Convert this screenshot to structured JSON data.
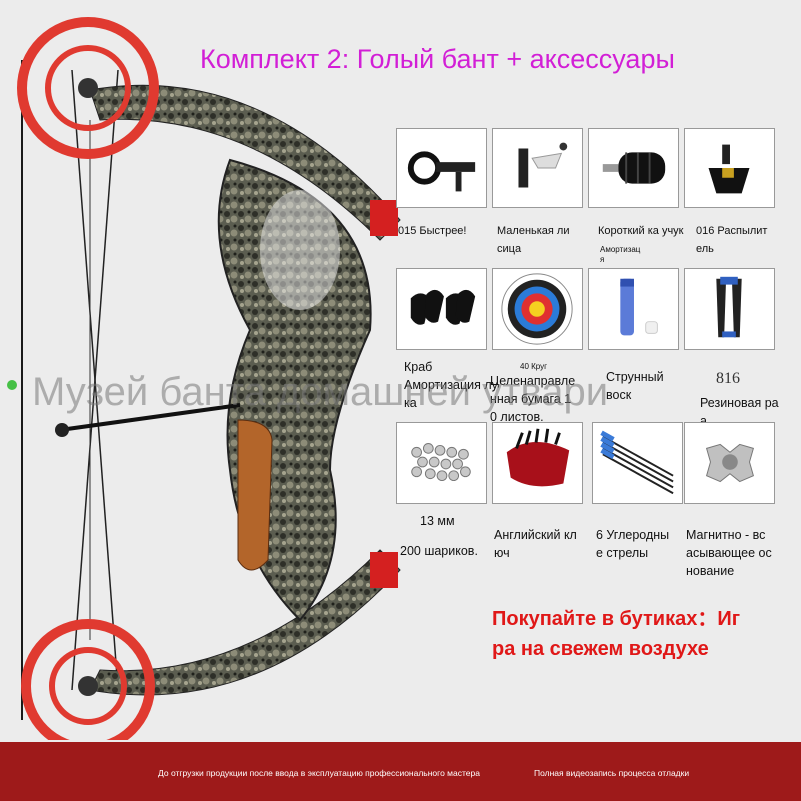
{
  "title": "Комплект 2: Голый бант + аксессуары",
  "watermark": "Музей банта домашней утвари",
  "promo": "Покупайте в бутиках：Иг\nра на свежем воздухе",
  "footer": {
    "left": "До отгрузки продукции после ввода в эксплуатацию профессионального мастера",
    "right": "Полная видеозапись процесса отладки"
  },
  "accessories": {
    "sight": {
      "caption": "015 Быстрее!"
    },
    "arrow_rest": {
      "caption": "Маленькая ли\nсица"
    },
    "stabilizer": {
      "caption": "Короткий ка учук",
      "sub": "Амортизац\nя"
    },
    "release": {
      "caption": "016 Распылит\nель"
    },
    "limb_dampeners": {
      "caption": "Краб\nАмортизация лу\nка"
    },
    "target_paper": {
      "caption_top": "40 Круг",
      "caption": "Целенаправле\nнная бумага 1\n0 листов."
    },
    "string_wax": {
      "caption": "Струнный\nвоск"
    },
    "bow_stand": {
      "code": "816",
      "caption": "Резиновая ра\nа"
    },
    "steel_balls": {
      "caption_top": "13 мм",
      "caption": "200 шариков."
    },
    "allen_keys": {
      "caption": "Английский кл\nюч"
    },
    "arrows": {
      "caption": "6 Углеродны\nе стрелы"
    },
    "magnetic_base": {
      "caption": "Магнитно - вс\nасывающее ос\nнование"
    }
  }
}
